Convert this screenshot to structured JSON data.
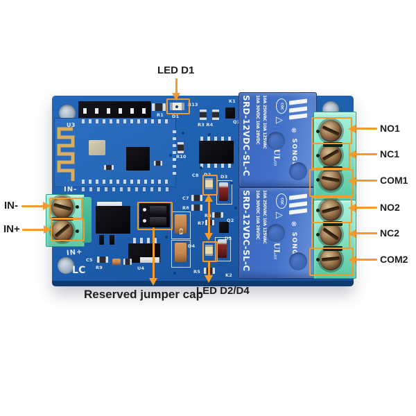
{
  "annotations": {
    "accent_color": "#F59B2B",
    "text_color": "#1E1E1E",
    "led_d1": "LED D1",
    "reserved_jumper_cap": "Reserved jumper cap",
    "led_d2_d4": "LED D2/D4",
    "left": [
      {
        "label": "IN-"
      },
      {
        "label": "IN+"
      }
    ],
    "right": [
      {
        "label": "NO1"
      },
      {
        "label": "NC1"
      },
      {
        "label": "COM1"
      },
      {
        "label": "NO2"
      },
      {
        "label": "NC2"
      },
      {
        "label": "COM2"
      }
    ]
  },
  "board": {
    "pcb_color": "#1E5FAE",
    "silkscreen": {
      "u3": "U3",
      "r1": "R1",
      "d1": "D1",
      "r13": "R13",
      "k1": "K1",
      "q1": "Q1",
      "r3_r4": "R3 R4",
      "r10": "R10",
      "c8": "C8",
      "d2": "D2",
      "d3": "D3",
      "c7": "C7",
      "r8": "R8",
      "r6": "R6",
      "r7": "R7",
      "q2": "Q2",
      "d4": "D4",
      "d5": "D5",
      "r5": "R5",
      "k2": "K2",
      "c3": "C3",
      "c5": "C5",
      "r9": "R9",
      "u4": "U4",
      "in_minus": "IN-",
      "in_plus": "IN+",
      "lc": "LC"
    }
  },
  "relays": [
    {
      "brand": "SONGLE",
      "registered": "®",
      "model": "SRD-12VDC-SL-C",
      "ratings_ac": "10A 250VAC 10A 125VAC",
      "ratings_dc": "10A 30VDC 10A 28VDC",
      "cqc_mark": "CQC",
      "ul_small_c": "c",
      "ul_mark": "UL",
      "ul_small_us": "us"
    },
    {
      "brand": "SONGLE",
      "registered": "®",
      "model": "SRD-12VDC-SL-C",
      "ratings_ac": "10A 250VAC 10A 125VAC",
      "ratings_dc": "10A 30VDC 10A 28VDC",
      "cqc_mark": "CQC",
      "ul_small_c": "c",
      "ul_mark": "UL",
      "ul_small_us": "us"
    }
  ]
}
